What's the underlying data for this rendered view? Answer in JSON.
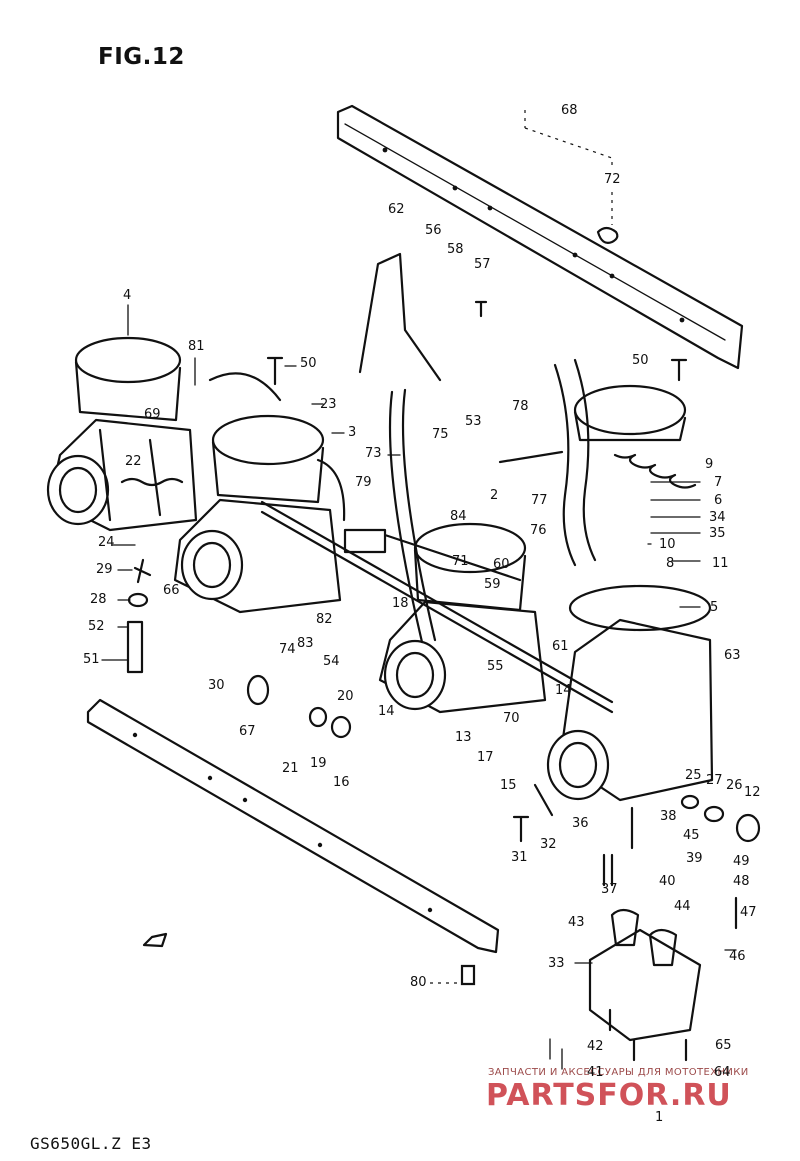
{
  "figure": {
    "title": "FIG.12"
  },
  "model_code": "GS650GL.Z E3",
  "watermark": {
    "line": "ЗАПЧАСТИ И АКСЕССУАРЫ ДЛЯ МОТОТЕХНИКИ",
    "logo": "PARTSFOR.RU",
    "color": "#c8353d"
  },
  "callouts": [
    {
      "id": "68",
      "label": "68"
    },
    {
      "id": "72",
      "label": "72"
    },
    {
      "id": "62",
      "label": "62"
    },
    {
      "id": "56",
      "label": "56"
    },
    {
      "id": "58",
      "label": "58"
    },
    {
      "id": "57",
      "label": "57"
    },
    {
      "id": "4",
      "label": "4"
    },
    {
      "id": "81",
      "label": "81"
    },
    {
      "id": "50a",
      "label": "50"
    },
    {
      "id": "50b",
      "label": "50"
    },
    {
      "id": "23",
      "label": "23"
    },
    {
      "id": "69",
      "label": "69"
    },
    {
      "id": "3",
      "label": "3"
    },
    {
      "id": "22",
      "label": "22"
    },
    {
      "id": "73",
      "label": "73"
    },
    {
      "id": "75",
      "label": "75"
    },
    {
      "id": "53",
      "label": "53"
    },
    {
      "id": "78",
      "label": "78"
    },
    {
      "id": "9",
      "label": "9"
    },
    {
      "id": "7",
      "label": "7"
    },
    {
      "id": "6",
      "label": "6"
    },
    {
      "id": "34",
      "label": "34"
    },
    {
      "id": "35",
      "label": "35"
    },
    {
      "id": "10",
      "label": "10"
    },
    {
      "id": "8",
      "label": "8"
    },
    {
      "id": "11",
      "label": "11"
    },
    {
      "id": "79",
      "label": "79"
    },
    {
      "id": "2",
      "label": "2"
    },
    {
      "id": "77",
      "label": "77"
    },
    {
      "id": "84",
      "label": "84"
    },
    {
      "id": "76",
      "label": "76"
    },
    {
      "id": "24",
      "label": "24"
    },
    {
      "id": "66",
      "label": "66"
    },
    {
      "id": "29",
      "label": "29"
    },
    {
      "id": "28",
      "label": "28"
    },
    {
      "id": "52",
      "label": "52"
    },
    {
      "id": "51",
      "label": "51"
    },
    {
      "id": "71",
      "label": "71"
    },
    {
      "id": "60",
      "label": "60"
    },
    {
      "id": "59",
      "label": "59"
    },
    {
      "id": "5",
      "label": "5"
    },
    {
      "id": "18",
      "label": "18"
    },
    {
      "id": "83",
      "label": "83"
    },
    {
      "id": "74",
      "label": "74"
    },
    {
      "id": "82",
      "label": "82"
    },
    {
      "id": "54",
      "label": "54"
    },
    {
      "id": "30",
      "label": "30"
    },
    {
      "id": "61",
      "label": "61"
    },
    {
      "id": "63",
      "label": "63"
    },
    {
      "id": "55",
      "label": "55"
    },
    {
      "id": "14a",
      "label": "14"
    },
    {
      "id": "14b",
      "label": "14"
    },
    {
      "id": "20",
      "label": "20"
    },
    {
      "id": "67",
      "label": "67"
    },
    {
      "id": "70",
      "label": "70"
    },
    {
      "id": "13",
      "label": "13"
    },
    {
      "id": "17",
      "label": "17"
    },
    {
      "id": "21",
      "label": "21"
    },
    {
      "id": "19",
      "label": "19"
    },
    {
      "id": "16",
      "label": "16"
    },
    {
      "id": "15",
      "label": "15"
    },
    {
      "id": "25",
      "label": "25"
    },
    {
      "id": "27",
      "label": "27"
    },
    {
      "id": "26",
      "label": "26"
    },
    {
      "id": "12",
      "label": "12"
    },
    {
      "id": "38",
      "label": "38"
    },
    {
      "id": "45",
      "label": "45"
    },
    {
      "id": "36",
      "label": "36"
    },
    {
      "id": "31",
      "label": "31"
    },
    {
      "id": "32",
      "label": "32"
    },
    {
      "id": "39",
      "label": "39"
    },
    {
      "id": "49",
      "label": "49"
    },
    {
      "id": "48",
      "label": "48"
    },
    {
      "id": "40",
      "label": "40"
    },
    {
      "id": "37",
      "label": "37"
    },
    {
      "id": "44",
      "label": "44"
    },
    {
      "id": "47",
      "label": "47"
    },
    {
      "id": "43",
      "label": "43"
    },
    {
      "id": "33",
      "label": "33"
    },
    {
      "id": "46",
      "label": "46"
    },
    {
      "id": "80",
      "label": "80"
    },
    {
      "id": "42",
      "label": "42"
    },
    {
      "id": "41",
      "label": "41"
    },
    {
      "id": "65",
      "label": "65"
    },
    {
      "id": "64",
      "label": "64"
    },
    {
      "id": "1",
      "label": "1"
    }
  ]
}
